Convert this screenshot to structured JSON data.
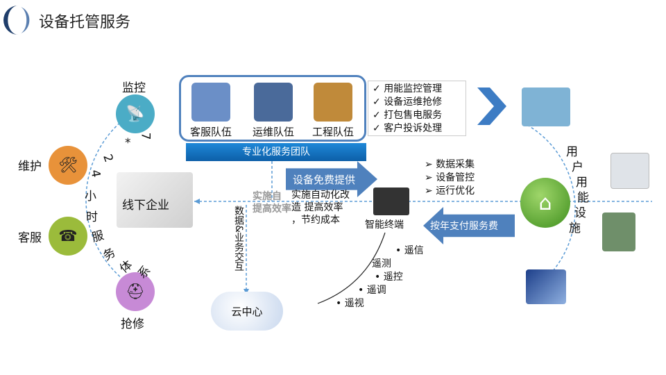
{
  "header": {
    "title": "设备托管服务"
  },
  "ring": {
    "items": [
      {
        "label": "监控",
        "icon": "antenna-tower-icon",
        "color": "#4bacc6"
      },
      {
        "label": "维护",
        "icon": "tools-icon",
        "color": "#e8923a"
      },
      {
        "label": "客服",
        "icon": "telephone-icon",
        "color": "#9bbb3b"
      },
      {
        "label": "抢修",
        "icon": "helmet-icon",
        "color": "#c78ad6"
      }
    ],
    "curve_text": [
      "7",
      "*",
      "2",
      "4",
      "小",
      "时",
      "服",
      "务",
      "体",
      "系"
    ]
  },
  "enterprise": {
    "label": "线下企业"
  },
  "teams": {
    "items": [
      "客服队伍",
      "运维队伍",
      "工程队伍"
    ],
    "bar_label": "专业化服务团队"
  },
  "checklist": [
    "用能监控管理",
    "设备运维抢修",
    "打包售电服务",
    "客户投诉处理"
  ],
  "arrows": {
    "free_device": "设备免费提供",
    "annual_fee": "按年支付服务费"
  },
  "benefit": {
    "line1": "实施自动化改",
    "line2": "造 提高效率",
    "line3": "，节约成本",
    "ghost1": "实施自",
    "ghost2": "提高效率"
  },
  "terminal": {
    "label": "智能终端",
    "functions": [
      "数据采集",
      "设备管控",
      "运行优化"
    ]
  },
  "remote": [
    "遥信",
    "遥测",
    "遥控",
    "遥调",
    "遥视"
  ],
  "cloud": {
    "label": "云中心",
    "link_label": "数据&业务交互"
  },
  "facilities": {
    "label": [
      "用",
      "户",
      "用",
      "能",
      "设",
      "施"
    ]
  }
}
